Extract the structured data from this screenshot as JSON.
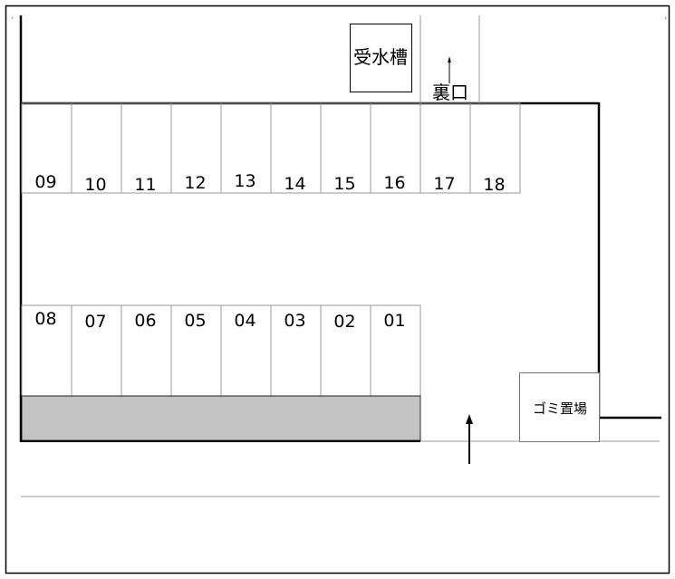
{
  "top_row_stalls": [
    "09",
    "10",
    "11",
    "12",
    "13",
    "14",
    "15",
    "16",
    "17",
    "18"
  ],
  "bottom_row_stalls": [
    "08",
    "07",
    "06",
    "05",
    "04",
    "03",
    "02",
    "01"
  ],
  "labels": {
    "water_tank": "受水槽",
    "back_entrance": "裏口",
    "garbage_area": "ゴミ置場"
  },
  "colors": {
    "lines": "#000000",
    "thin_lines": "#9a9a9a",
    "planting_strip": "#c4c3c4",
    "background": "#ffffff"
  }
}
